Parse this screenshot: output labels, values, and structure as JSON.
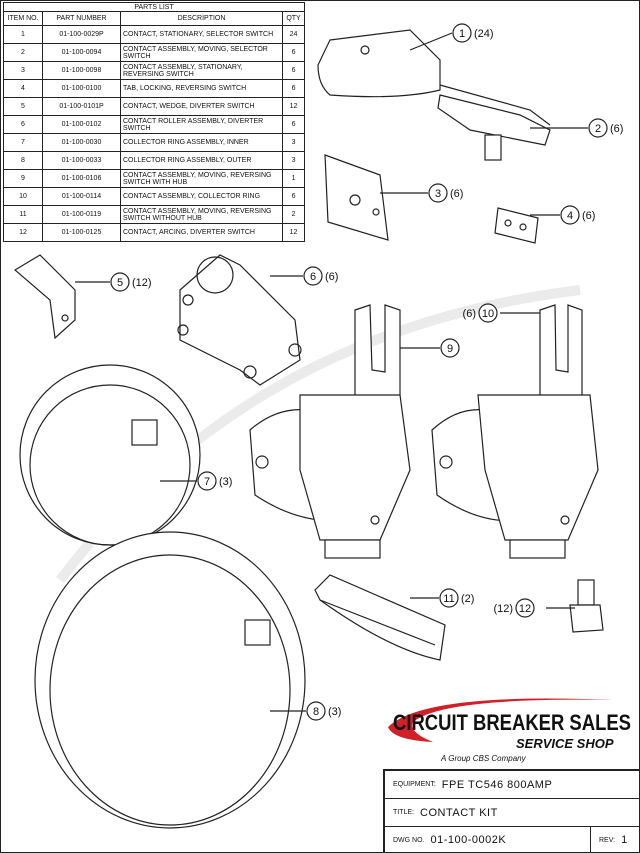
{
  "parts_list": {
    "title": "PARTS LIST",
    "columns": [
      "ITEM NO.",
      "PART NUMBER",
      "DESCRIPTION",
      "QTY"
    ],
    "rows": [
      [
        "1",
        "01-100-0029P",
        "CONTACT, STATIONARY, SELECTOR SWITCH",
        "24"
      ],
      [
        "2",
        "01-100-0094",
        "CONTACT ASSEMBLY, MOVING, SELECTOR SWITCH",
        "6"
      ],
      [
        "3",
        "01-100-0098",
        "CONTACT ASSEMBLY, STATIONARY, REVERSING SWITCH",
        "6"
      ],
      [
        "4",
        "01-100-0100",
        "TAB, LOCKING, REVERSING SWITCH",
        "6"
      ],
      [
        "5",
        "01-100-0101P",
        "CONTACT, WEDGE, DIVERTER SWITCH",
        "12"
      ],
      [
        "6",
        "01-100-0102",
        "CONTACT ROLLER ASSEMBLY, DIVERTER SWITCH",
        "6"
      ],
      [
        "7",
        "01-100-0030",
        "COLLECTOR RING ASSEMBLY, INNER",
        "3"
      ],
      [
        "8",
        "01-100-0033",
        "COLLECTOR RING ASSEMBLY, OUTER",
        "3"
      ],
      [
        "9",
        "01-100-0106",
        "CONTACT ASSEMBLY, MOVING, REVERSING SWITCH WITH HUB",
        "1"
      ],
      [
        "10",
        "01-100-0114",
        "CONTACT ASSEMBLY, COLLECTOR RING",
        "6"
      ],
      [
        "11",
        "01-100-0119",
        "CONTACT ASSEMBLY, MOVING, REVERSING SWITCH WITHOUT HUB",
        "2"
      ],
      [
        "12",
        "01-100-0125",
        "CONTACT, ARCING, DIVERTER SWITCH",
        "12"
      ]
    ]
  },
  "callouts": [
    {
      "item": "1",
      "qty": "(24)"
    },
    {
      "item": "2",
      "qty": "(6)"
    },
    {
      "item": "3",
      "qty": "(6)"
    },
    {
      "item": "4",
      "qty": "(6)"
    },
    {
      "item": "5",
      "qty": "(12)"
    },
    {
      "item": "6",
      "qty": "(6)"
    },
    {
      "item": "7",
      "qty": "(3)"
    },
    {
      "item": "8",
      "qty": "(3)"
    },
    {
      "item": "9",
      "qty": ""
    },
    {
      "item": "10",
      "qty": "(6)"
    },
    {
      "item": "11",
      "qty": "(2)"
    },
    {
      "item": "12",
      "qty": "(12)"
    }
  ],
  "logo": {
    "name": "CIRCUIT BREAKER SALES",
    "sub": "SERVICE SHOP",
    "tagline": "A Group CBS Company",
    "accent_color": "#d0202a"
  },
  "title_block": {
    "equipment_label": "EQUIPMENT:",
    "equipment": "FPE TC546 800AMP",
    "title_label": "TITLE:",
    "title": "CONTACT KIT",
    "dwg_label": "DWG NO.",
    "dwg_no": "01-100-0002K",
    "rev_label": "REV:",
    "rev": "1"
  }
}
